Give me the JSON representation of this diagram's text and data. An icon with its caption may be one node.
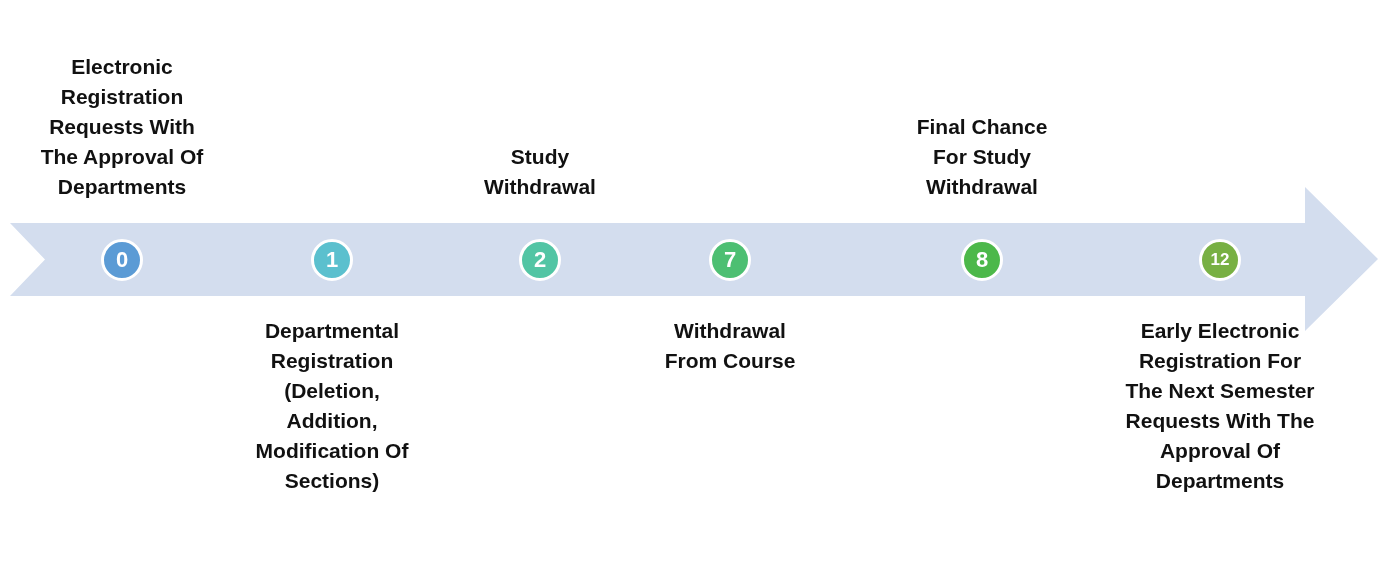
{
  "diagram": {
    "nodes": [
      {
        "text": [
          "0"
        ],
        "beside": [
          "Electronic Registration Requests With The Approval Of Departments"
        ]
      },
      {
        "text": [
          "1"
        ],
        "beside": [
          "Departmental Registration (Deletion, Addition, Modification Of Sections)"
        ]
      },
      {
        "text": [
          "2"
        ],
        "beside": [
          "Study Withdrawal"
        ]
      },
      {
        "text": [
          "7"
        ],
        "beside": [
          "Withdrawal From Course"
        ]
      },
      {
        "text": [
          "8"
        ],
        "beside": [
          "Final Chance For Study Withdrawal"
        ]
      },
      {
        "text": [
          "12"
        ],
        "beside": [
          "Early Electronic Registration For The Next Semester Requests With The Approval Of Departments"
        ]
      }
    ]
  }
}
